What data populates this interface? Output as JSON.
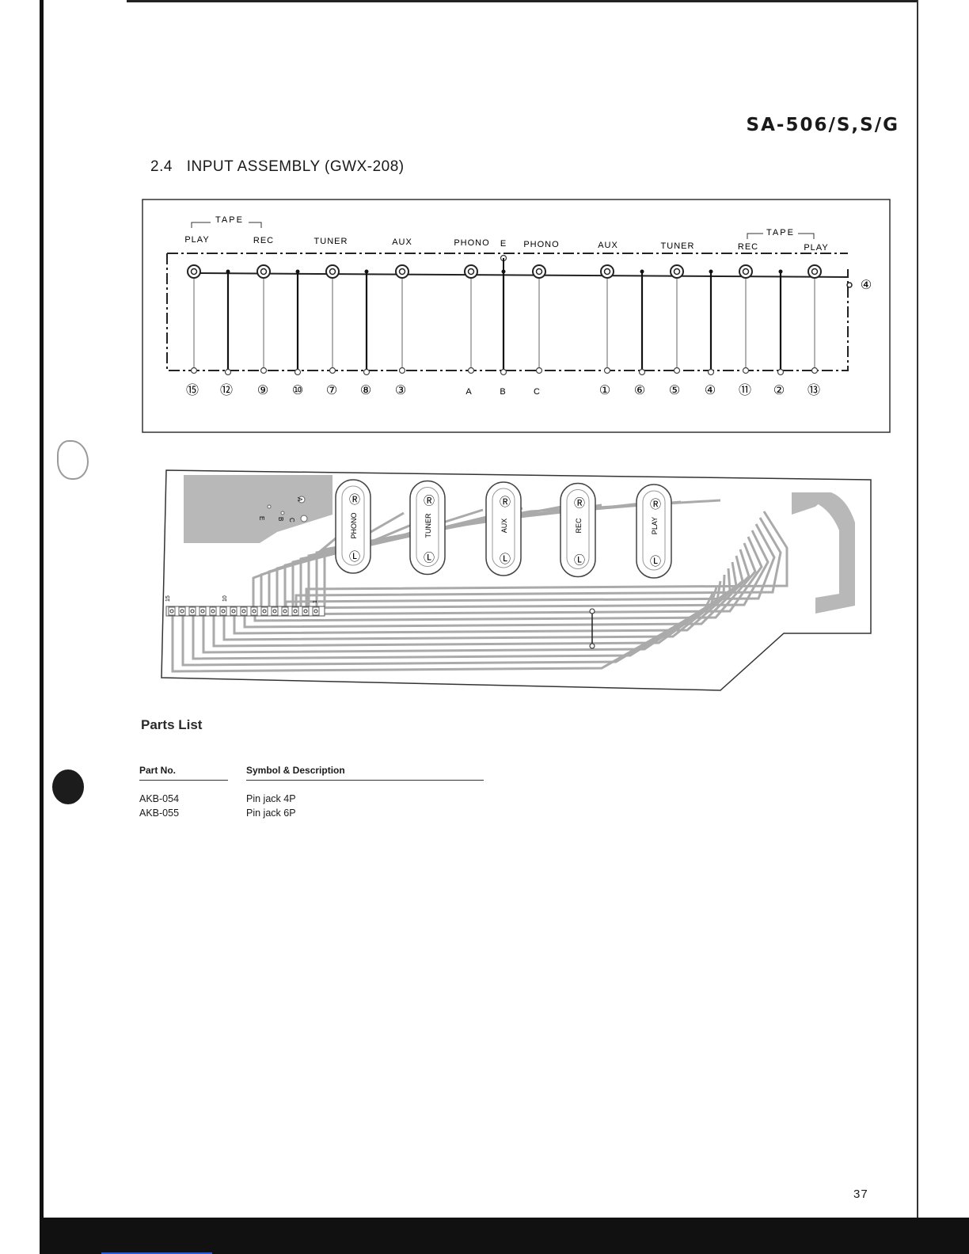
{
  "header": {
    "model": "SA-506/S,S/G"
  },
  "section": {
    "number": "2.4",
    "title": "INPUT ASSEMBLY (GWX-208)"
  },
  "schematic": {
    "group_label": "TAPE",
    "top_labels": [
      "PLAY",
      "REC",
      "TUNER",
      "AUX",
      "PHONO",
      "E",
      "PHONO",
      "AUX",
      "TUNER",
      "REC",
      "PLAY"
    ],
    "pin_labels": [
      "⑮",
      "⑫",
      "⑨",
      "⑩",
      "⑦",
      "⑧",
      "③",
      "A",
      "B",
      "C",
      "①",
      "⑥",
      "⑤",
      "④",
      "⑪",
      "②",
      "⑬"
    ],
    "right_pin": "④"
  },
  "pcb": {
    "jacks": [
      {
        "name": "PHONO",
        "r": "Ⓡ",
        "l": "Ⓛ"
      },
      {
        "name": "TUNER",
        "r": "Ⓡ",
        "l": "Ⓛ"
      },
      {
        "name": "AUX",
        "r": "Ⓡ",
        "l": "Ⓛ"
      },
      {
        "name": "REC",
        "r": "Ⓡ",
        "l": "Ⓛ"
      },
      {
        "name": "PLAY",
        "r": "Ⓡ",
        "l": "Ⓛ"
      }
    ],
    "ground_labels": [
      "E",
      "B",
      "C",
      "A"
    ],
    "connector_labels": [
      "15",
      "10",
      "1"
    ]
  },
  "parts": {
    "title": "Parts List",
    "col_part": "Part No.",
    "col_desc": "Symbol & Description",
    "rows": [
      {
        "part": "AKB-054",
        "desc": "Pin jack 4P"
      },
      {
        "part": "AKB-055",
        "desc": "Pin jack 6P"
      }
    ]
  },
  "page_number": "37"
}
